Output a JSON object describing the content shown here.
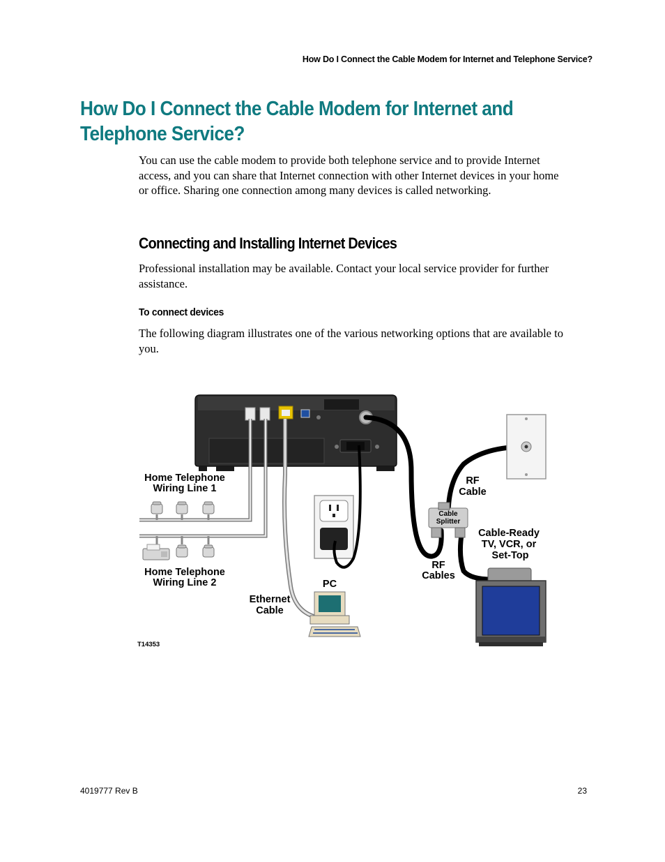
{
  "header": {
    "running_title": "How Do I Connect the Cable Modem for Internet and Telephone Service?"
  },
  "main": {
    "title_line1": "How Do I Connect the Cable Modem for Internet and",
    "title_line2": "Telephone Service?",
    "intro_paragraph": "You can use the cable modem to provide both telephone service and to provide Internet access, and you can share that Internet connection with other Internet devices in your home or office. Sharing one connection among many devices is called networking.",
    "section_heading": "Connecting and Installing Internet Devices",
    "install_paragraph": "Professional installation may be available. Contact your local service provider for further assistance.",
    "sub_heading": "To connect devices",
    "diagram_paragraph": "The following diagram illustrates one of the various networking options that are available to you."
  },
  "diagram": {
    "labels": {
      "line1_a": "Home Telephone",
      "line1_b": "Wiring Line 1",
      "line2_a": "Home Telephone",
      "line2_b": "Wiring Line 2",
      "ethernet_a": "Ethernet",
      "ethernet_b": "Cable",
      "pc": "PC",
      "rf_cable_a": "RF",
      "rf_cable_b": "Cable",
      "splitter_a": "Cable",
      "splitter_b": "Splitter",
      "rf_cables_a": "RF",
      "rf_cables_b": "Cables",
      "tv_a": "Cable-Ready",
      "tv_b": "TV, VCR, or",
      "tv_c": "Set-Top",
      "figure_id": "T14353"
    }
  },
  "footer": {
    "doc_number": "4019777 Rev B",
    "page_number": "23"
  }
}
